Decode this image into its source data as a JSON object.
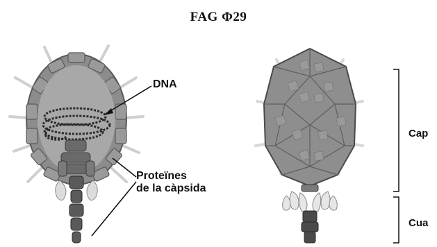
{
  "title": "FAG Φ29",
  "labels": {
    "dna": "DNA",
    "proteins_line1": "Proteïnes",
    "proteins_line2": "de la càpsida",
    "head": "Cap",
    "tail": "Cua"
  },
  "colors": {
    "capsid_outer": "#8c8c8c",
    "capsid_inner": "#a8a8a8",
    "capsid_edge": "#5a5a5a",
    "dna": "#2a2a2a",
    "fiber": "#d8d8d8",
    "tail_dark": "#4a4a4a",
    "collar": "#e6e6e6"
  }
}
